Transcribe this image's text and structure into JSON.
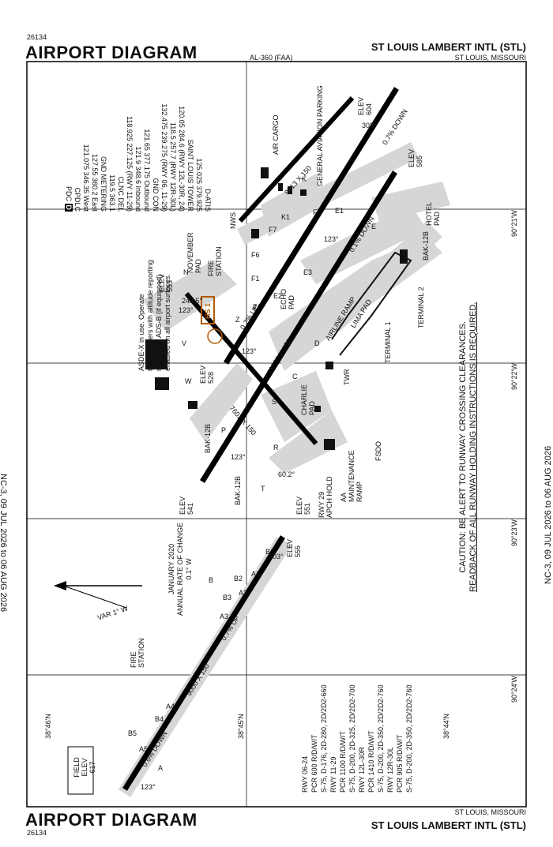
{
  "header": {
    "procedure_number": "26134",
    "title": "AIRPORT DIAGRAM",
    "airport": "ST LOUIS LAMBERT INTL (STL)",
    "city": "ST LOUIS, MISSOURI",
    "chart_id": "AL-360 (FAA)"
  },
  "footer": {
    "procedure_number": "26134",
    "title": "AIRPORT DIAGRAM",
    "airport": "ST LOUIS LAMBERT INTL (STL)",
    "city": "ST LOUIS, MISSOURI"
  },
  "effective_dates": {
    "left": "NC-3, 09 JUL 2026 to 06 AUG 2026",
    "right": "NC-3, 09 JUL 2026 to 06 AUG 2026"
  },
  "frequencies": [
    "D-ATIS",
    "125.025  379.925",
    "SAINT LOUIS TOWER",
    "120.05  284.6 (RWY 12L-30R, 24)",
    "118.5  257.7 (RWY 12R-30L)",
    "132.475  239.275 (RWY 06, 11-29)",
    "GND CON",
    "121.65  377.175 Outbound",
    "121.9  348.6 Inbound",
    "118.925  227.125 (RWY 11-29)",
    "CLNC DEL",
    "119.5  363.1",
    "GND METERING",
    "127.55  360.2 East",
    "121.075  346.35 West",
    "CPDLC",
    "PDC"
  ],
  "pdc_badge": "D",
  "ads_note": "ASDE-X in use. Operate transponders with altitude reporting mode and ADS-B (if equipped) enabled on all airport surfaces.",
  "variation": {
    "date": "JANUARY 2020",
    "rate_label": "ANNUAL RATE OF CHANGE",
    "rate": "0.1° W",
    "var": "VAR 1° W"
  },
  "caution": {
    "line1": "CAUTION: BE ALERT TO RUNWAY CROSSING CLEARANCES.",
    "line2": "READBACK OF ALL RUNWAY HOLDING INSTRUCTIONS IS REQUIRED."
  },
  "field_elev": {
    "label1": "FIELD",
    "label2": "ELEV",
    "value": "617"
  },
  "runway_data": [
    "RWY 06-24",
    "PCR 600 R/D/W/T",
    "S-75, D-176, 2D-280, 2D/2D2-660",
    "RWY 11-29",
    "PCR 1100 R/D/W/T",
    "S-75, D-200, 2D-325, 2D/2D2-700",
    "RWY 12L-30R",
    "PCR 1410 R/D/W/T",
    "S-75, D-200, 2D-350, 2D/2D2-760",
    "RWY 12R-30L",
    "PCR 905 R/D/W/T",
    "S-75, D-200, 2D-350, 2D/2D2-760"
  ],
  "lat_labels": [
    "38°46'N",
    "38°45'N",
    "38°44'N"
  ],
  "lon_labels": [
    "90°21'W",
    "90°22'W",
    "90°23'W",
    "90°24'W"
  ],
  "runways": {
    "r_12l30r": {
      "dims": "11020 X 150",
      "slope_up": "0.7% UP",
      "slope_down": "0.7% DOWN"
    },
    "r_12r30l": {
      "dims": "9000 X 150",
      "slope_up": "0.7% UP",
      "slope_down": "0.6% DOWN"
    },
    "r_11_29": {
      "dims": "9013 X 150",
      "slope": "0.1% DOWN"
    },
    "r_06_24": {
      "dims": "7602 X 150"
    },
    "headings": [
      "303°",
      "123°",
      "303°",
      "123°",
      "123°",
      "123°",
      "60.2°",
      "243.5°",
      "123°"
    ]
  },
  "elevations": [
    {
      "label": "ELEV",
      "value": "604"
    },
    {
      "label": "ELEV",
      "value": "585"
    },
    {
      "label": "ELEV",
      "value": "533"
    },
    {
      "label": "ELEV",
      "value": "528"
    },
    {
      "label": "ELEV",
      "value": "541"
    },
    {
      "label": "ELEV",
      "value": "551"
    },
    {
      "label": "ELEV",
      "value": "555"
    }
  ],
  "labels": {
    "air_cargo": "AIR CARGO",
    "ga_parking": "GENERAL AVIATION PARKING",
    "hotel_pad": "HOTEL PAD",
    "nws": "NWS",
    "fire_station": "FIRE STATION",
    "november_pad": "NOVEMBER PAD",
    "hs1": "HS 1",
    "echo_pad": "ECHO PAD",
    "airline_ramp": "AIRLINE RAMP",
    "lima_pad": "LIMA PAD",
    "terminal1": "TERMINAL 1",
    "terminal2": "TERMINAL 2",
    "twr": "TWR",
    "charlie_pad": "CHARLIE PAD",
    "fsdo": "FSDO",
    "aa_maint": "AA MAINTENANCE RAMP",
    "rwy29_hold": "RWY 29 APCH HOLD",
    "bak12b_1": "BAK-12B",
    "bak12b_2": "BAK-12B",
    "bak12b_3": "BAK-12B",
    "fire_station2": "FIRE STATION"
  },
  "taxiways": [
    "A",
    "A1",
    "A2",
    "A3",
    "A4",
    "A5",
    "B",
    "B1",
    "B2",
    "B3",
    "B4",
    "B5",
    "C",
    "D",
    "E",
    "E1",
    "E2",
    "E3",
    "F",
    "F1",
    "F6",
    "F7",
    "K",
    "K1",
    "L",
    "N",
    "P",
    "R",
    "S",
    "T",
    "V",
    "W",
    "Z",
    "Z1"
  ]
}
